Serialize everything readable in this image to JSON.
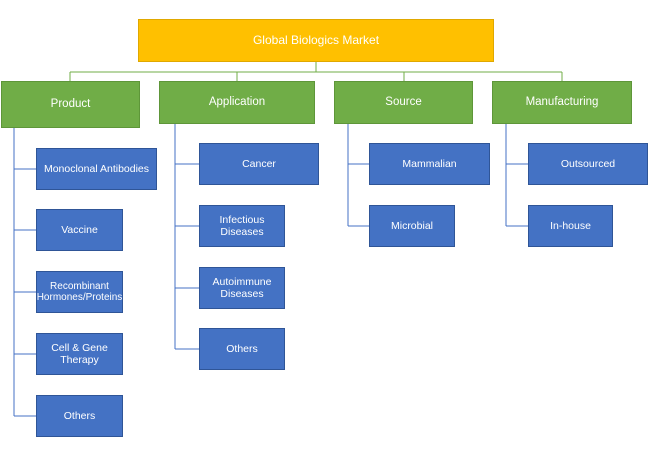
{
  "diagram": {
    "root": "Global Biologics Market",
    "categories": [
      {
        "label": "Product",
        "items": [
          "Monoclonal Antibodies",
          "Vaccine",
          "Recombinant Hormones/Proteins",
          "Cell & Gene Therapy",
          "Others"
        ]
      },
      {
        "label": "Application",
        "items": [
          "Cancer",
          "Infectious Diseases",
          "Autoimmune Diseases",
          "Others"
        ]
      },
      {
        "label": "Source",
        "items": [
          "Mammalian",
          "Microbial"
        ]
      },
      {
        "label": "Manufacturing",
        "items": [
          "Outsourced",
          "In-house"
        ]
      }
    ]
  },
  "colors": {
    "root": "#ffc000",
    "category": "#70ad47",
    "leaf": "#4472c4",
    "root_connector": "#70ad47",
    "leaf_connector": "#4472c4"
  }
}
